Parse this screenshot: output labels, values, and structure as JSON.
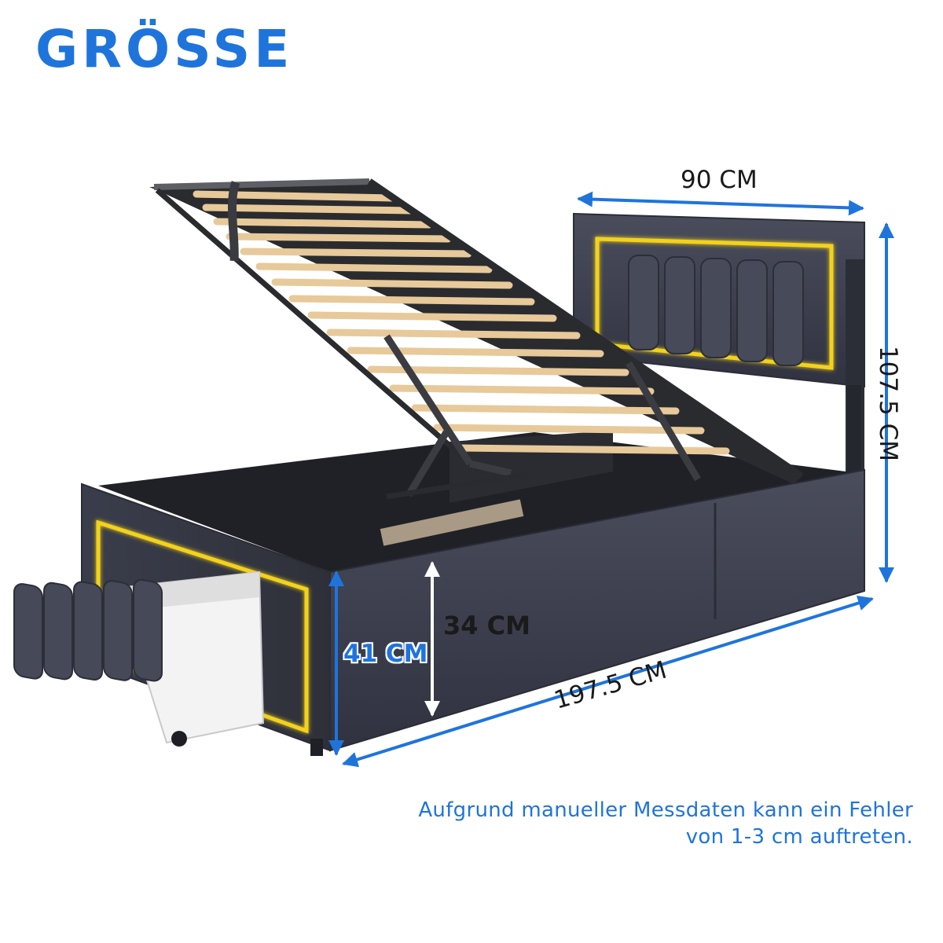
{
  "title": "GRÖSSE",
  "dimensions": {
    "width": "90 CM",
    "height": "107.5 CM",
    "length": "197.5 CM",
    "inner_height": "34 CM",
    "outer_height": "41 CM"
  },
  "disclaimer": {
    "line1": "Aufgrund manueller Messdaten kann ein Fehler",
    "line2": "von 1-3 cm auftreten."
  },
  "colors": {
    "accent": "#1f74dc",
    "fabric": "#3b3e4c",
    "led": "#f3d21c",
    "slat": "#e7c99a",
    "frame_metal": "#2a2b2e"
  }
}
